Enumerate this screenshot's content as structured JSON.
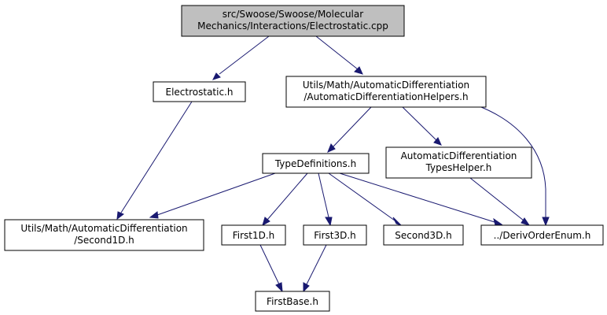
{
  "graph": {
    "root_fill": "#bfbfbf",
    "node_fill": "#ffffff",
    "edge_color": "#191970",
    "nodes": {
      "electrostatic_cpp": {
        "lines": [
          "src/Swoose/Swoose/Molecular",
          "Mechanics/Interactions/Electrostatic.cpp"
        ]
      },
      "electrostatic_h": {
        "lines": [
          "Electrostatic.h"
        ]
      },
      "ad_helpers_h": {
        "lines": [
          "Utils/Math/AutomaticDifferentiation",
          "/AutomaticDifferentiationHelpers.h"
        ]
      },
      "second1d_h": {
        "lines": [
          "Utils/Math/AutomaticDifferentiation",
          "/Second1D.h"
        ]
      },
      "type_definitions_h": {
        "lines": [
          "TypeDefinitions.h"
        ]
      },
      "ad_types_helper_h": {
        "lines": [
          "AutomaticDifferentiation",
          "TypesHelper.h"
        ]
      },
      "deriv_order_enum_h": {
        "lines": [
          "../DerivOrderEnum.h"
        ]
      },
      "first1d_h": {
        "lines": [
          "First1D.h"
        ]
      },
      "first3d_h": {
        "lines": [
          "First3D.h"
        ]
      },
      "second3d_h": {
        "lines": [
          "Second3D.h"
        ]
      },
      "first_base_h": {
        "lines": [
          "FirstBase.h"
        ]
      }
    },
    "edges": [
      {
        "from": "electrostatic_cpp",
        "to": "electrostatic_h"
      },
      {
        "from": "electrostatic_cpp",
        "to": "ad_helpers_h"
      },
      {
        "from": "electrostatic_h",
        "to": "second1d_h"
      },
      {
        "from": "ad_helpers_h",
        "to": "type_definitions_h"
      },
      {
        "from": "ad_helpers_h",
        "to": "ad_types_helper_h"
      },
      {
        "from": "ad_helpers_h",
        "to": "deriv_order_enum_h"
      },
      {
        "from": "type_definitions_h",
        "to": "second1d_h"
      },
      {
        "from": "type_definitions_h",
        "to": "first1d_h"
      },
      {
        "from": "type_definitions_h",
        "to": "first3d_h"
      },
      {
        "from": "type_definitions_h",
        "to": "second3d_h"
      },
      {
        "from": "type_definitions_h",
        "to": "deriv_order_enum_h"
      },
      {
        "from": "ad_types_helper_h",
        "to": "deriv_order_enum_h"
      },
      {
        "from": "first1d_h",
        "to": "first_base_h"
      },
      {
        "from": "first3d_h",
        "to": "first_base_h"
      }
    ]
  }
}
